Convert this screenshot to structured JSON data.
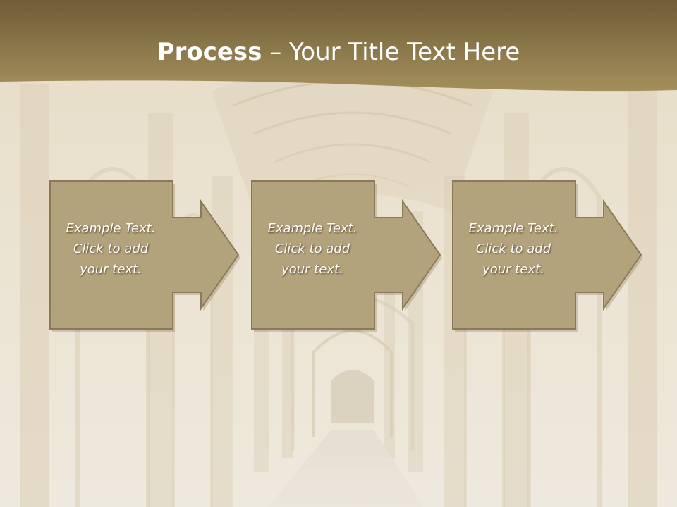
{
  "slide": {
    "title_bold": "Process",
    "title_separator": " – ",
    "title_rest": "Your Title Text Here",
    "header_color": "#8f7a4a",
    "box_fill": "#b3a37c",
    "box_stroke": "#8a7a58"
  },
  "process": {
    "steps": [
      {
        "line1": "Example Text.",
        "line2": "Click  to add",
        "line3": "your text."
      },
      {
        "line1": "Example Text.",
        "line2": "Click  to add",
        "line3": "your text."
      },
      {
        "line1": "Example Text.",
        "line2": "Click  to add",
        "line3": "your text."
      }
    ]
  }
}
